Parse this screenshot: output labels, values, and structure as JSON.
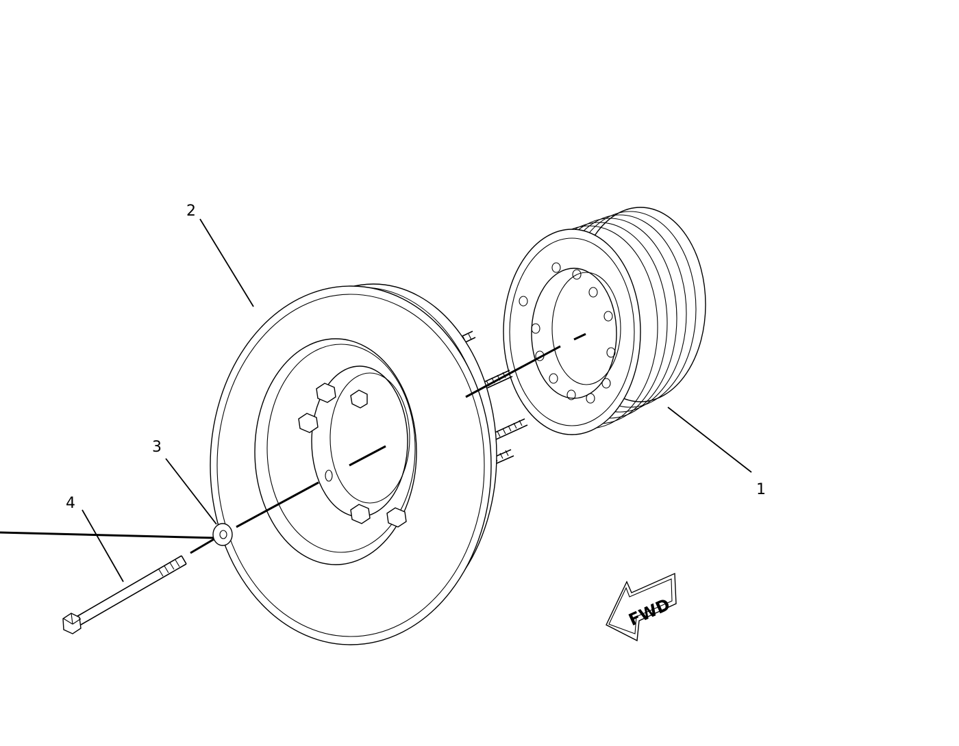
{
  "callouts": [
    {
      "id": "1",
      "text": "1"
    },
    {
      "id": "2",
      "text": "2"
    },
    {
      "id": "3",
      "text": "3"
    },
    {
      "id": "4",
      "text": "4"
    }
  ],
  "direction_arrow": {
    "text": "FWD"
  }
}
